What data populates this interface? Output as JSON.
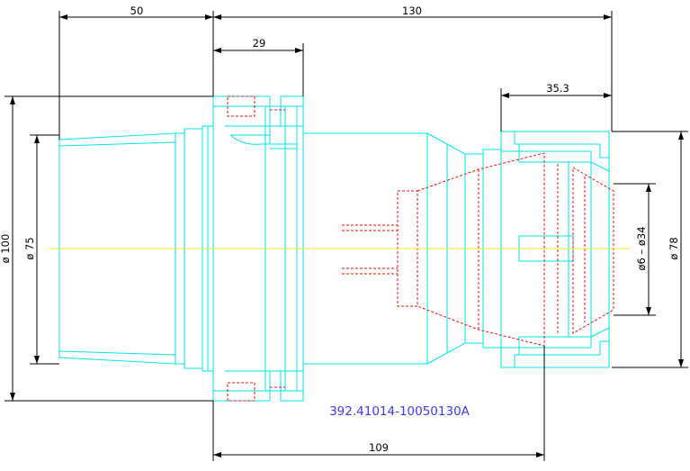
{
  "part_number": "392.41014-10050130A",
  "dimensions": {
    "length_shank": "50",
    "length_total": "130",
    "flange_width": "29",
    "nut_length": "35.3",
    "gauge_length": "109",
    "diameter_flange": "ø 100",
    "diameter_taper": "ø 75",
    "diameter_nut": "ø 78",
    "clamping_range": "ø6 – ø34"
  },
  "colors": {
    "outline": "#00e5ee",
    "hidden": "#ee1111",
    "axis": "#eeee22",
    "dimension": "#000000",
    "label": "#3b3bf2"
  }
}
